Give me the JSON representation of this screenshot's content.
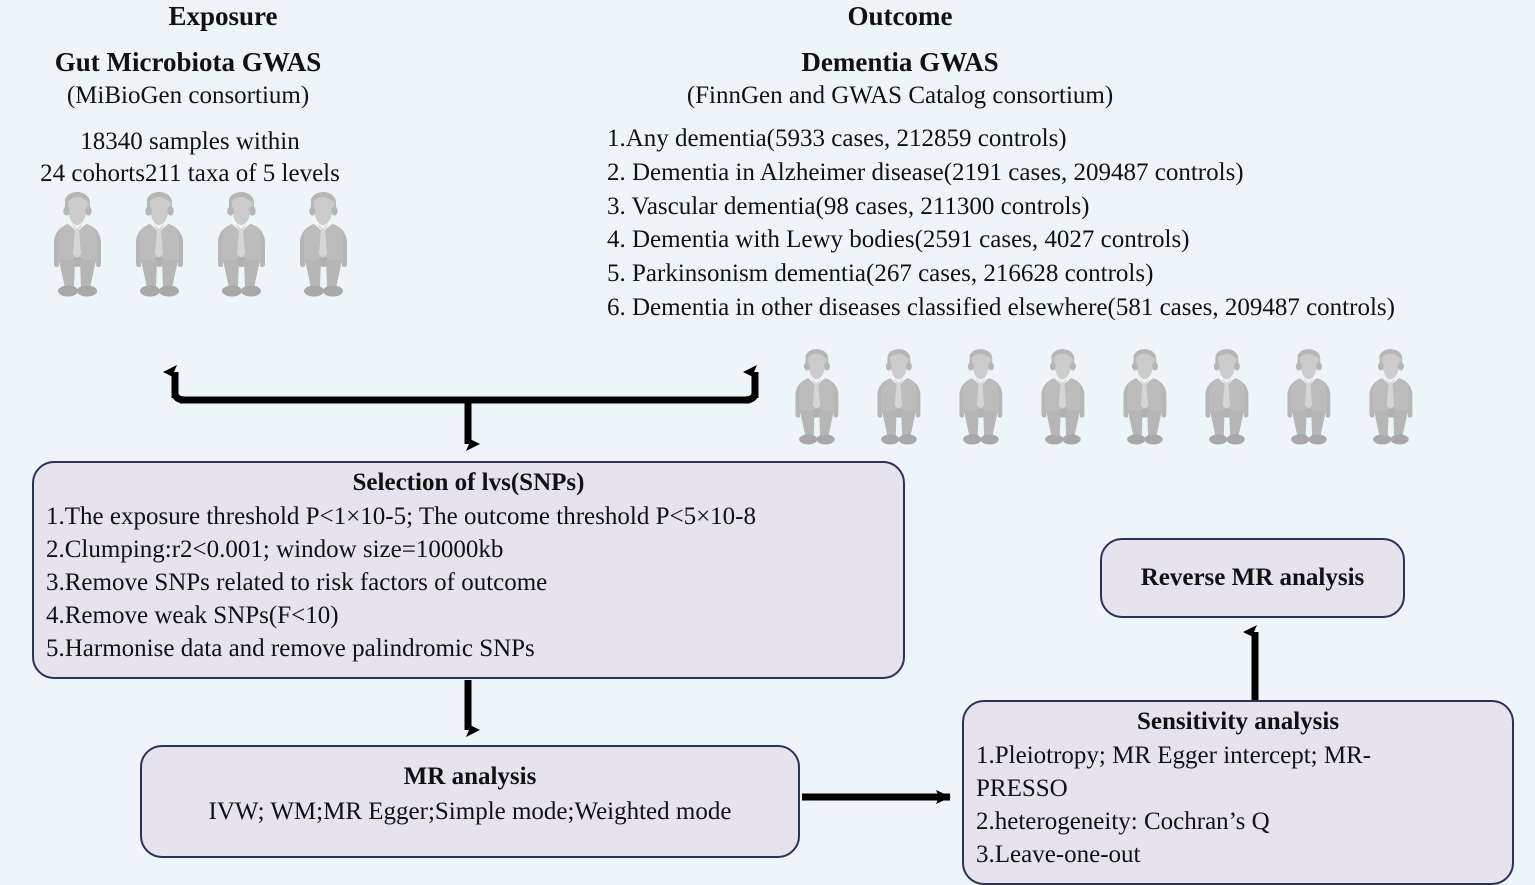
{
  "headers": {
    "exposure": "Exposure",
    "outcome": "Outcome"
  },
  "exposure": {
    "title": "Gut Microbiota GWAS",
    "subtitle": "(MiBioGen consortium)",
    "line1": "18340 samples within",
    "line2": "24 cohorts211 taxa of 5 levels",
    "people_count": 4,
    "person_icon": "business-person-icon"
  },
  "outcome": {
    "title": "Dementia GWAS",
    "subtitle": "(FinnGen and GWAS Catalog consortium)",
    "items": [
      "1.Any dementia(5933 cases, 212859 controls)",
      "2. Dementia in Alzheimer disease(2191 cases, 209487 controls)",
      "3. Vascular dementia(98 cases, 211300 controls)",
      "4. Dementia with Lewy bodies(2591 cases, 4027 controls)",
      "5. Parkinsonism dementia(267 cases, 216628 controls)",
      "6. Dementia in other diseases classified elsewhere(581 cases, 209487 controls)"
    ],
    "people_count": 8,
    "person_icon": "business-person-icon"
  },
  "selection_box": {
    "title": "Selection of lvs(SNPs)",
    "items": [
      "1.The exposure threshold P<1×10-5; The outcome threshold P<5×10-8",
      "2.Clumping:r2<0.001; window size=10000kb",
      "3.Remove SNPs related to risk factors of outcome",
      "4.Remove weak SNPs(F<10)",
      "5.Harmonise data and remove palindromic SNPs"
    ]
  },
  "mr_box": {
    "title": "MR analysis",
    "methods": "IVW; WM;MR Egger;Simple mode;Weighted mode"
  },
  "sensitivity_box": {
    "title": "Sensitivity analysis",
    "items": [
      "1.Pleiotropy; MR Egger intercept; MR-",
      "PRESSO",
      "2.heterogeneity: Cochran’s Q",
      "3.Leave-one-out"
    ]
  },
  "reverse_box": {
    "title": "Reverse MR analysis"
  },
  "colors": {
    "background": "#eef5f8",
    "box_fill": "#e7e3ed",
    "box_border": "#2b3355",
    "arrow": "#000000",
    "person_body": "#b0b0b0",
    "person_light": "#cfcfcf",
    "text": "#111111"
  },
  "arrows": {
    "bracket": "exposure-and-outcome-to-selection",
    "selection_to_mr": "down-arrow",
    "mr_to_sensitivity": "right-arrow",
    "sensitivity_to_reverse": "up-arrow"
  }
}
